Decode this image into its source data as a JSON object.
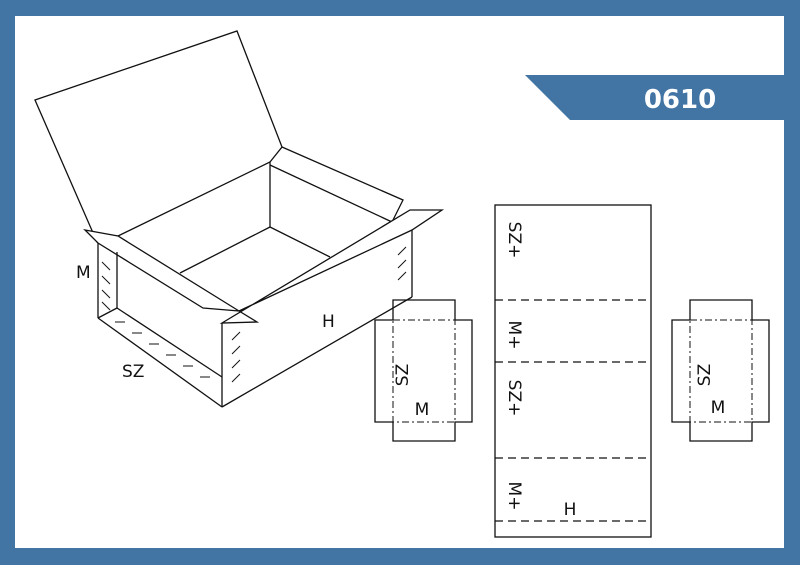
{
  "badge": {
    "code": "0610",
    "color": "#4274a4"
  },
  "box_labels": {
    "height": "M",
    "width": "SZ",
    "length": "H"
  },
  "net": {
    "panel_labels": [
      "SZ+",
      "M+",
      "SZ+",
      "M+"
    ],
    "length_label": "H",
    "end_panel_left": {
      "width": "SZ",
      "height": "M"
    },
    "end_panel_right": {
      "width": "SZ",
      "height": "M"
    }
  }
}
